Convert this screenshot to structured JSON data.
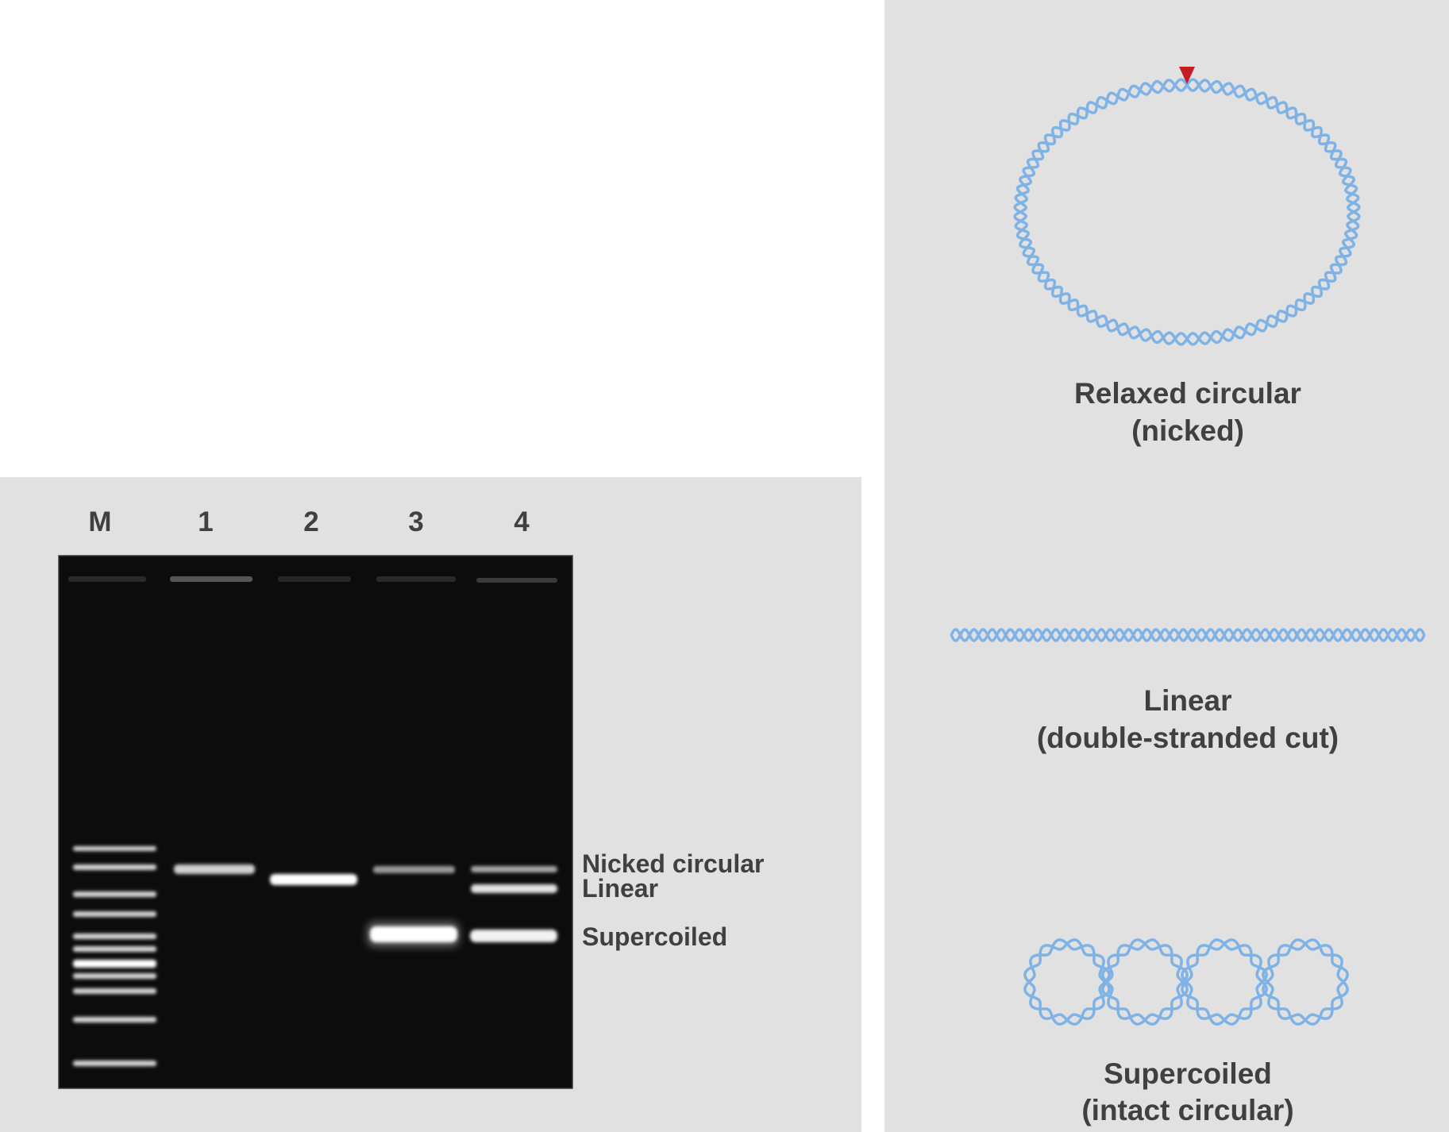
{
  "gel": {
    "lane_labels": [
      "M",
      "1",
      "2",
      "3",
      "4"
    ],
    "band_labels": {
      "nicked": "Nicked circular",
      "linear": "Linear",
      "supercoiled": "Supercoiled"
    }
  },
  "forms": {
    "relaxed": {
      "line1": "Relaxed circular",
      "line2": "(nicked)"
    },
    "linear": {
      "line1": "Linear",
      "line2": "(double-stranded cut)"
    },
    "supercoiled": {
      "line1": "Supercoiled",
      "line2": "(intact circular)"
    }
  },
  "colors": {
    "dna": "#7fb2e5",
    "nick_marker": "#c41e24",
    "gel": "#0c0c0c",
    "panel": "#e1e1e1",
    "text": "#404040"
  }
}
